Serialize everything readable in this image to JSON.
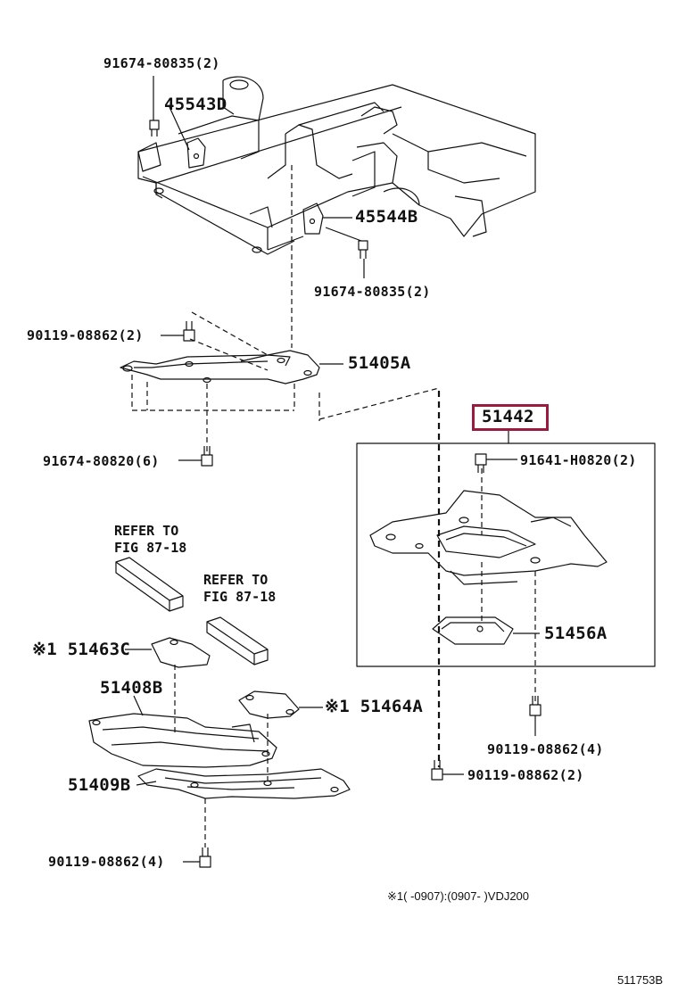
{
  "labels": {
    "bolt_top_left": "91674-80835(2)",
    "bracket_left": "45543D",
    "bracket_right": "45544B",
    "bolt_top_right": "91674-80835(2)",
    "bolt_upper_shield": "90119-08862(2)",
    "shield_front": "51405A",
    "bolt_front_shield": "91674-80820(6)",
    "assy_main": "51442",
    "bolt_assy": "91641-H0820(2)",
    "cover_center": "51456A",
    "bolt_right_lower": "90119-08862(4)",
    "bolt_center_lower": "90119-08862(2)",
    "refer_1_line1": "REFER TO",
    "refer_1_line2": "FIG 87-18",
    "refer_2_line1": "REFER TO",
    "refer_2_line2": "FIG 87-18",
    "cover_small_left": "※1 51463C",
    "shield_mid": "51408B",
    "cover_small_right": "※1 51464A",
    "shield_low": "51409B",
    "bolt_bottom": "90119-08862(4)"
  },
  "footnote": "※1(      -0907):(0907-      )VDJ200",
  "drawing_id": "511753B",
  "colors": {
    "highlight": "#9a1b3d",
    "line": "#111111"
  }
}
